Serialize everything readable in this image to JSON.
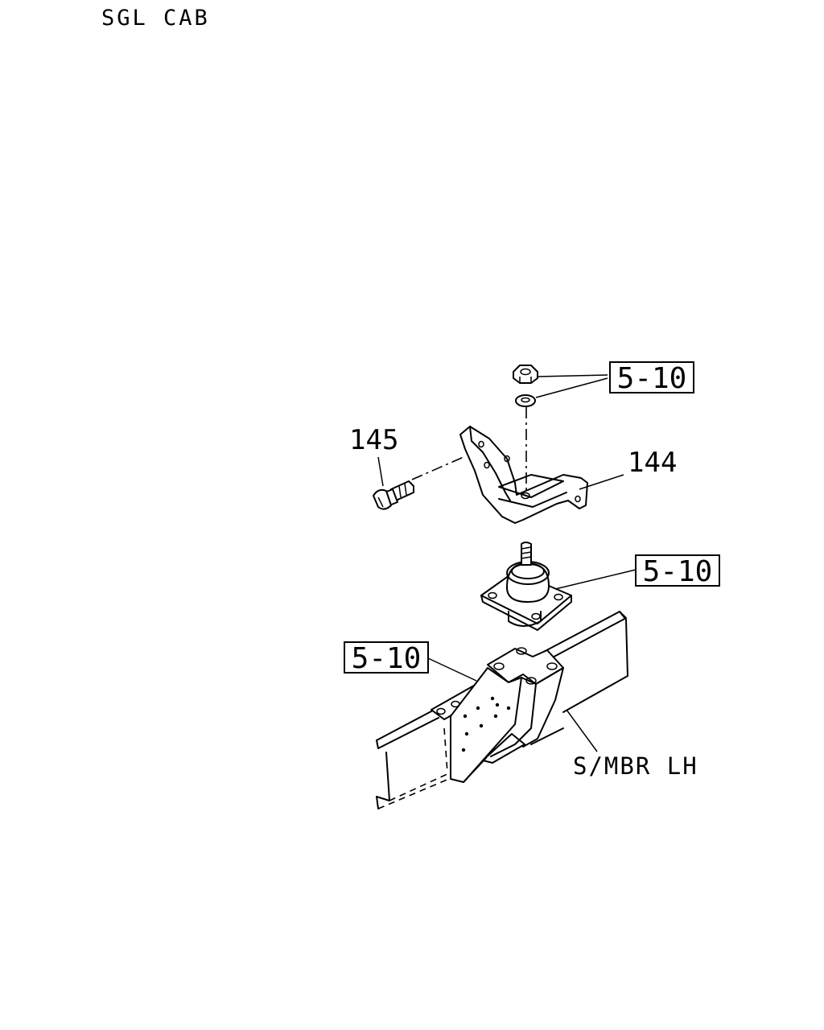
{
  "header": {
    "title": "SGL CAB"
  },
  "callouts": {
    "ref_nut_washer": "5-10",
    "ref_mount": "5-10",
    "ref_frame_bracket": "5-10",
    "part_144": "144",
    "part_145": "145",
    "frame_label": "S/MBR LH"
  }
}
